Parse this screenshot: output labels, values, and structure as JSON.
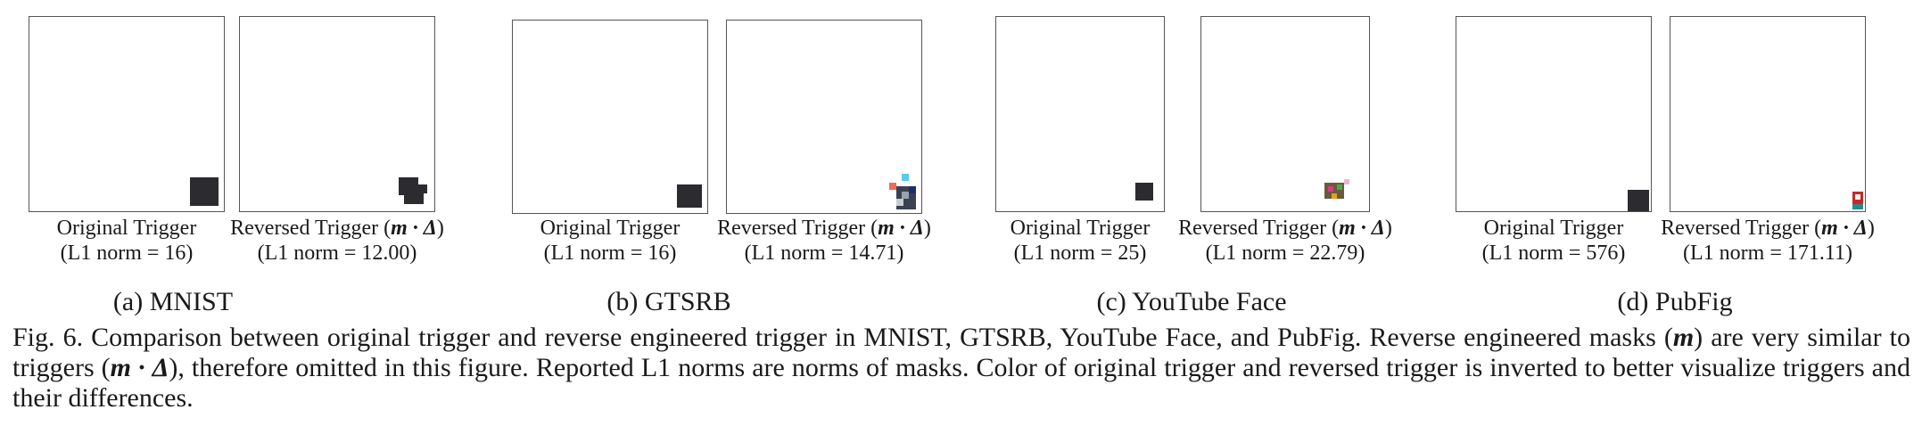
{
  "panels": [
    {
      "subcaption": "(a)  MNIST",
      "original_label": "Original Trigger",
      "original_norm": "(L1 norm = 16)",
      "reversed_label": "Reversed Trigger (",
      "reversed_math": "m · Δ",
      "reversed_close": ")",
      "reversed_norm": "(L1 norm = 12.00)"
    },
    {
      "subcaption": "(b)  GTSRB",
      "original_label": "Original Trigger",
      "original_norm": "(L1 norm = 16)",
      "reversed_label": "Reversed Trigger (",
      "reversed_math": "m · Δ",
      "reversed_close": ")",
      "reversed_norm": "(L1 norm = 14.71)"
    },
    {
      "subcaption": "(c)  YouTube Face",
      "original_label": "Original Trigger",
      "original_norm": "(L1 norm = 25)",
      "reversed_label": "Reversed Trigger (",
      "reversed_math": "m · Δ",
      "reversed_close": ")",
      "reversed_norm": "(L1 norm = 22.79)"
    },
    {
      "subcaption": "(d)  PubFig",
      "original_label": "Original Trigger",
      "original_norm": "(L1 norm = 576)",
      "reversed_label": "Reversed Trigger (",
      "reversed_math": "m · Δ",
      "reversed_close": ")",
      "reversed_norm": "(L1 norm = 171.11)"
    }
  ],
  "caption": {
    "part1": "Fig. 6.  Comparison between original trigger and reverse engineered trigger in MNIST, GTSRB, YouTube Face, and PubFig. Reverse engineered masks (",
    "m1": "m",
    "part2": ") are very similar to triggers (",
    "m2": "m · Δ",
    "part3": "), therefore omitted in this figure. Reported L1 norms are norms of masks. Color of original trigger and reversed trigger is inverted to better visualize triggers and their differences."
  },
  "colors": {
    "trigger": "#2b2b30",
    "frame": "#555555"
  }
}
